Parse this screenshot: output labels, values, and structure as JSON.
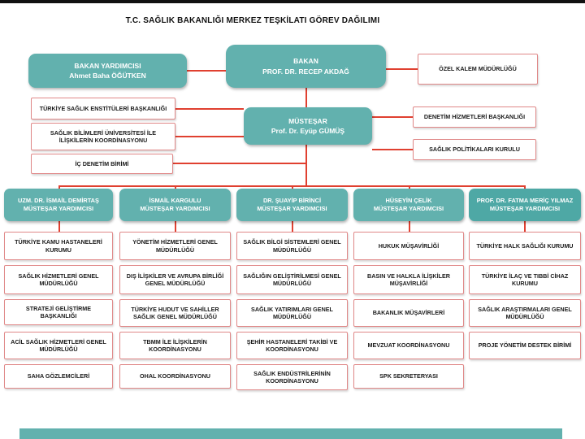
{
  "title": "T.C. SAĞLIK BAKANLIĞI MERKEZ TEŞKİLATI GÖREV DAĞILIMI",
  "colors": {
    "teal": "#62b1ae",
    "teal_dark": "#4ea8a5",
    "red": "#e04030",
    "pink": "#e08888"
  },
  "minister": {
    "line1": "BAKAN",
    "line2": "PROF. DR. RECEP AKDAĞ"
  },
  "deputy_minister": {
    "line1": "BAKAN YARDIMCISI",
    "line2": "Ahmet Baha ÖĞÜTKEN"
  },
  "ozel_kalem": "ÖZEL KALEM MÜDÜRLÜĞÜ",
  "undersecretary": {
    "line1": "MÜSTEŞAR",
    "line2": "Prof. Dr. Eyüp GÜMÜŞ"
  },
  "left_units": [
    "TÜRKİYE SAĞLIK ENSTİTÜLERİ BAŞKANLIĞI",
    "SAĞLIK BİLİMLERİ ÜNİVERSİTESİ İLE İLİŞKİLERİN KOORDİNASYONU",
    "İÇ DENETİM BİRİMİ"
  ],
  "right_units": [
    "DENETİM HİZMETLERİ BAŞKANLIĞI",
    "SAĞLIK POLİTİKALARI KURULU"
  ],
  "columns": [
    {
      "head": {
        "line1": "UZM. DR. İSMAİL DEMİRTAŞ",
        "line2": "MÜSTEŞAR YARDIMCISI"
      },
      "units": [
        "TÜRKİYE KAMU HASTANELERİ KURUMU",
        "SAĞLIK HİZMETLERİ GENEL MÜDÜRLÜĞÜ",
        "STRATEJİ GELİŞTİRME BAŞKANLIĞI",
        "ACİL SAĞLIK HİZMETLERİ GENEL MÜDÜRLÜĞÜ",
        "SAHA GÖZLEMCİLERİ"
      ]
    },
    {
      "head": {
        "line1": "İSMAİL KARGULU",
        "line2": "MÜSTEŞAR YARDIMCISI"
      },
      "units": [
        "YÖNETİM HİZMETLERİ GENEL MÜDÜRLÜĞÜ",
        "DIŞ İLİŞKİLER VE AVRUPA BİRLİĞİ GENEL MÜDÜRLÜĞÜ",
        "TÜRKİYE HUDUT VE SAHİLLER SAĞLIK GENEL MÜDÜRLÜĞÜ",
        "TBMM İLE İLİŞKİLERİN KOORDİNASYONU",
        "OHAL KOORDİNASYONU"
      ]
    },
    {
      "head": {
        "line1": "DR. ŞUAYİP BİRİNCİ",
        "line2": "MÜSTEŞAR YARDIMCISI"
      },
      "units": [
        "SAĞLIK BİLGİ SİSTEMLERİ GENEL MÜDÜRLÜĞÜ",
        "SAĞLIĞIN GELİŞTİRİLMESİ GENEL MÜDÜRLÜĞÜ",
        "SAĞLIK YATIRIMLARI GENEL MÜDÜRLÜĞÜ",
        "ŞEHİR HASTANELERİ TAKİBİ VE KOORDİNASYONU",
        "SAĞLIK ENDÜSTRİLERİNİN KOORDİNASYONU"
      ]
    },
    {
      "head": {
        "line1": "HÜSEYİN ÇELİK",
        "line2": "MÜSTEŞAR YARDIMCISI"
      },
      "units": [
        "HUKUK MÜŞAVİRLİĞİ",
        "BASIN VE HALKLA İLİŞKİLER MÜŞAVİRLİĞİ",
        "BAKANLIK MÜŞAVİRLERİ",
        "MEVZUAT KOORDİNASYONU",
        "SPK SEKRETERYASI"
      ]
    },
    {
      "head": {
        "line1": "PROF. DR. FATMA MERİÇ YILMAZ",
        "line2": "MÜSTEŞAR YARDIMCISI"
      },
      "units": [
        "TÜRKİYE HALK SAĞLIĞI KURUMU",
        "TÜRKİYE İLAÇ VE TIBBİ CİHAZ KURUMU",
        "SAĞLIK ARAŞTIRMALARI GENEL MÜDÜRLÜĞÜ",
        "PROJE YÖNETİM DESTEK BİRİMİ"
      ]
    }
  ]
}
